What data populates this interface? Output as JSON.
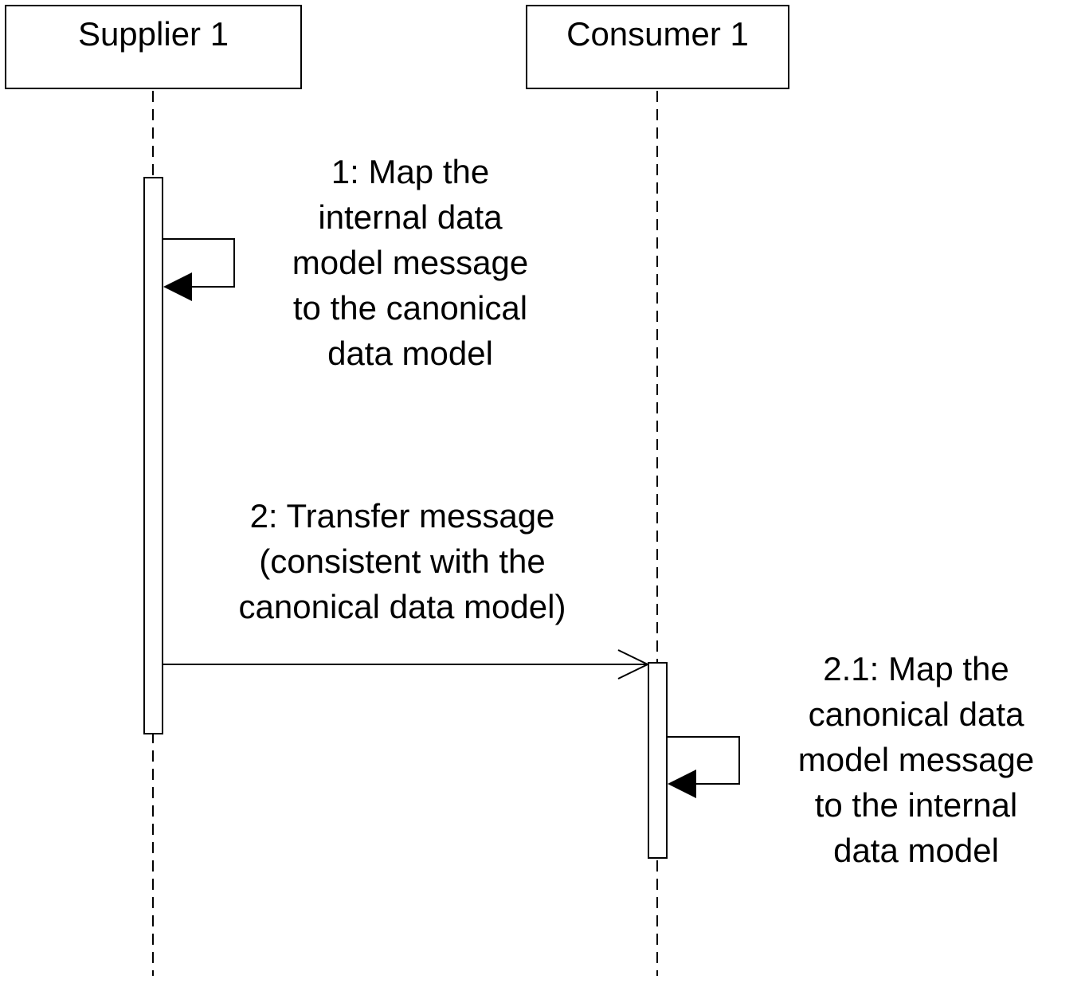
{
  "participants": {
    "supplier": {
      "label": "Supplier 1"
    },
    "consumer": {
      "label": "Consumer 1"
    }
  },
  "messages": {
    "msg1": {
      "lines": [
        "1: Map the",
        "internal data",
        "model message",
        "to the canonical",
        "data model"
      ]
    },
    "msg2": {
      "lines": [
        "2: Transfer message",
        "(consistent with the",
        "canonical data model)"
      ]
    },
    "msg21": {
      "lines": [
        "2.1: Map the",
        "canonical data",
        "model message",
        "to the internal",
        "data model"
      ]
    }
  }
}
